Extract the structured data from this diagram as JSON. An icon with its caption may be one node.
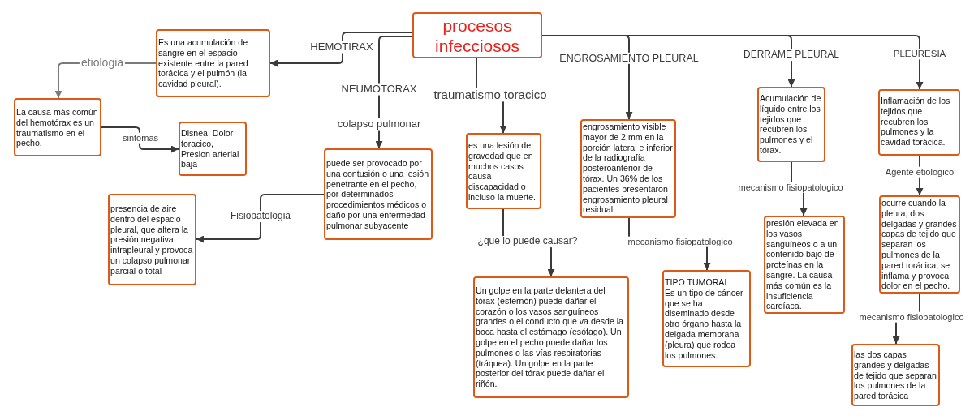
{
  "diagram": {
    "nodes": [
      {
        "text": [
          "procesos infecciosos"
        ]
      },
      {
        "text": [
          "Es una acumulación de sangre en el espacio existente entre la pared torácica y el pulmón (la cavidad pleural)."
        ]
      },
      {
        "text": [
          "La causa más común del hemotórax es un traumatismo en el pecho."
        ]
      },
      {
        "text": [
          "Disnea, Dolor toracico, Presion arterial baja"
        ]
      },
      {
        "text": [
          "presencia de aire dentro del espacio pleural, que altera la presión negativa intrapleural y provoca un colapso pulmonar parcial o total"
        ]
      },
      {
        "text": [
          "puede ser provocado por una contusión o una lesión penetrante en el pecho, por determinados procedimientos médicos o daño por una enfermedad pulmonar subyacente"
        ]
      },
      {
        "text": [
          "es una lesión de gravedad que en muchos casos causa discapacidad o incluso la muerte."
        ]
      },
      {
        "text": [
          "Un golpe en la parte delantera del tórax (esternón) puede dañar el corazón o los vasos sanguíneos grandes o el conducto que va desde la boca hasta el estómago (esófago). Un golpe en el pecho puede dañar los pulmones o las vías respiratorias (tráquea). Un golpe en la parte posterior del tórax puede dañar el riñón."
        ]
      },
      {
        "text": [
          "engrosamiento visible mayor de 2 mm en la porción lateral e inferior de la radiografía posteroanterior de tórax. Un 36% de los pacientes presentaron engrosamiento pleural residual."
        ]
      },
      {
        "text": [
          "TIPO TUMORAL",
          "Es un tipo de cáncer que se ha diseminado desde otro órgano hasta la delgada membrana (pleura) que rodea los pulmones."
        ]
      },
      {
        "text": [
          "Acumulación de líquido entre los tejidos que recubren los pulmones y el tórax."
        ]
      },
      {
        "text": [
          "presión elevada en los vasos sanguíneos o a un contenido bajo de proteínas en la sangre. La causa más común es la insuficiencia cardíaca."
        ]
      },
      {
        "text": [
          "Inflamación de los tejidos que recubren los pulmones y la cavidad torácica."
        ]
      },
      {
        "text": [
          "ocurre cuando la pleura, dos delgadas y grandes capas de tejido que separan los pulmones de la pared torácica, se inflama y provoca dolor en el pecho."
        ]
      },
      {
        "text": [
          "las dos capas grandes y delgadas de tejido que separan los pulmones de la pared torácica"
        ]
      }
    ],
    "edges": [
      {
        "from": 0,
        "to": 1,
        "arrow": "to",
        "label": "HEMOTIRAX"
      },
      {
        "from": 1,
        "to": 2,
        "arrow": "to",
        "label": "etiologia",
        "color": "#7b7b7b"
      },
      {
        "from": 2,
        "to": 3,
        "arrow": "to",
        "label": "sintomas"
      },
      {
        "from": 0,
        "to": 5,
        "arrow": "to",
        "label": "NEUMOTORAX"
      },
      {
        "from": 5,
        "to": 4,
        "arrow": "to",
        "label": "Fisiopatologia"
      },
      {
        "from": 0,
        "to": 6,
        "arrow": "to",
        "label": "traumatismo toracico"
      },
      {
        "from": 6,
        "to": 7,
        "arrow": "to",
        "label": "¿que lo puede causar?"
      },
      {
        "from": 0,
        "to": 8,
        "arrow": "to",
        "label": "ENGROSAMIENTO PLEURAL"
      },
      {
        "from": 8,
        "to": 9,
        "arrow": "to",
        "label": "mecanismo fisiopatologico"
      },
      {
        "from": 0,
        "to": 10,
        "arrow": "to",
        "label": "DERRAME PLEURAL"
      },
      {
        "from": 10,
        "to": 11,
        "arrow": "to",
        "label": "mecanismo fisiopatologico"
      },
      {
        "from": 0,
        "to": 12,
        "arrow": "to",
        "label": "PLEURESIA"
      },
      {
        "from": 12,
        "to": 13,
        "arrow": "to",
        "label": "Agente etiologico"
      },
      {
        "from": 13,
        "to": 14,
        "arrow": "to",
        "label": "mecanismo fisiopatologico"
      }
    ],
    "labels": [
      "colapso pulmonar"
    ]
  }
}
